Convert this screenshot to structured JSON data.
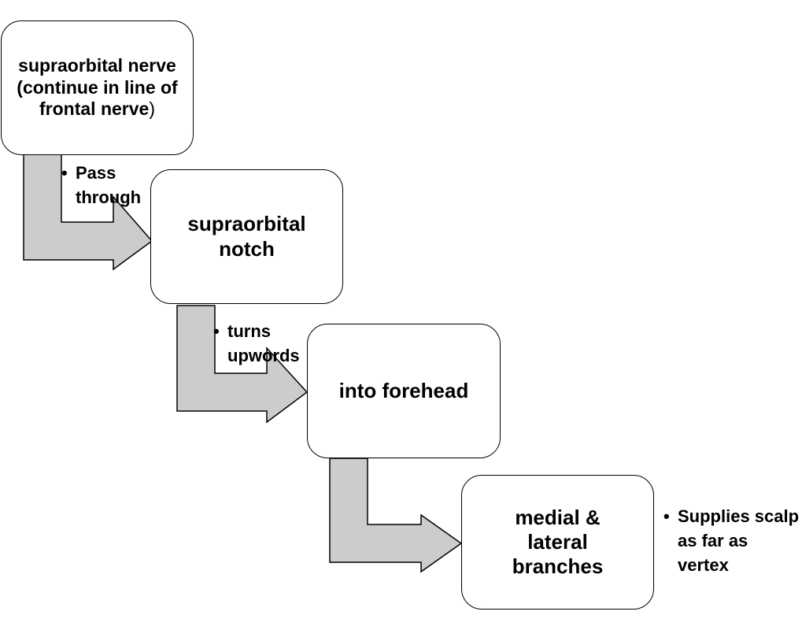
{
  "colors": {
    "arrow_fill": "#cccccc",
    "stroke": "#000000",
    "box_fill": "#ffffff"
  },
  "steps": [
    {
      "text": "supraorbital nerve (continue in line of frontal nerve",
      "suffix": ")"
    },
    {
      "text": "supraorbital notch"
    },
    {
      "text": "into forehead"
    },
    {
      "text": "medial & lateral branches"
    }
  ],
  "notes": [
    {
      "text": "Pass through"
    },
    {
      "text": "turns upwords"
    },
    {
      "text": "Supplies scalp as far as vertex"
    }
  ]
}
